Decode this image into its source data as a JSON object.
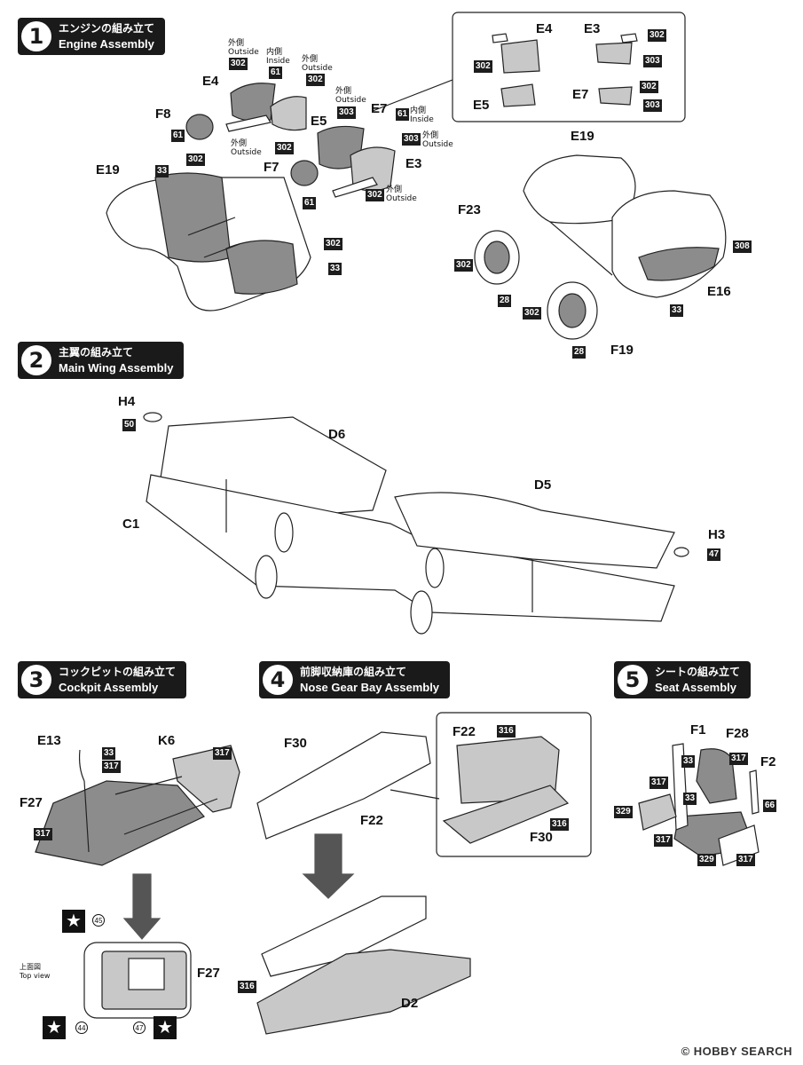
{
  "steps": [
    {
      "num": "1",
      "jp": "エンジンの組み立て",
      "en": "Engine Assembly"
    },
    {
      "num": "2",
      "jp": "主翼の組み立て",
      "en": "Main Wing Assembly"
    },
    {
      "num": "3",
      "jp": "コックピットの組み立て",
      "en": "Cockpit Assembly"
    },
    {
      "num": "4",
      "jp": "前脚収納庫の組み立て",
      "en": "Nose Gear Bay Assembly"
    },
    {
      "num": "5",
      "jp": "シートの組み立て",
      "en": "Seat Assembly"
    }
  ],
  "notes": {
    "outside": "外側\nOutside",
    "inside": "内側\nInside",
    "top_view": "上面図\nTop view"
  },
  "parts": {
    "E4": "E4",
    "E3": "E3",
    "E5": "E5",
    "E7": "E7",
    "E19": "E19",
    "F8": "F8",
    "F7": "F7",
    "F23": "F23",
    "F19": "F19",
    "E16": "E16",
    "H4": "H4",
    "D6": "D6",
    "D5": "D5",
    "C1": "C1",
    "H3": "H3",
    "E13": "E13",
    "K6": "K6",
    "F27": "F27",
    "F30": "F30",
    "F22": "F22",
    "D2": "D2",
    "F1": "F1",
    "F28": "F28",
    "F2": "F2"
  },
  "paints": {
    "p302": "302",
    "p303": "303",
    "p61": "61",
    "p33": "33",
    "p308": "308",
    "p28": "28",
    "p50": "50",
    "p47": "47",
    "p317": "317",
    "p316": "316",
    "p329": "329",
    "p66": "66"
  },
  "decals": {
    "d45": "45",
    "d44": "44",
    "d47": "47"
  },
  "star": "★",
  "watermark": "© HOBBY SEARCH",
  "colors": {
    "header_bg": "#1a1a1a",
    "grey_fill": "#8c8c8c",
    "light_fill": "#c8c8c8"
  }
}
